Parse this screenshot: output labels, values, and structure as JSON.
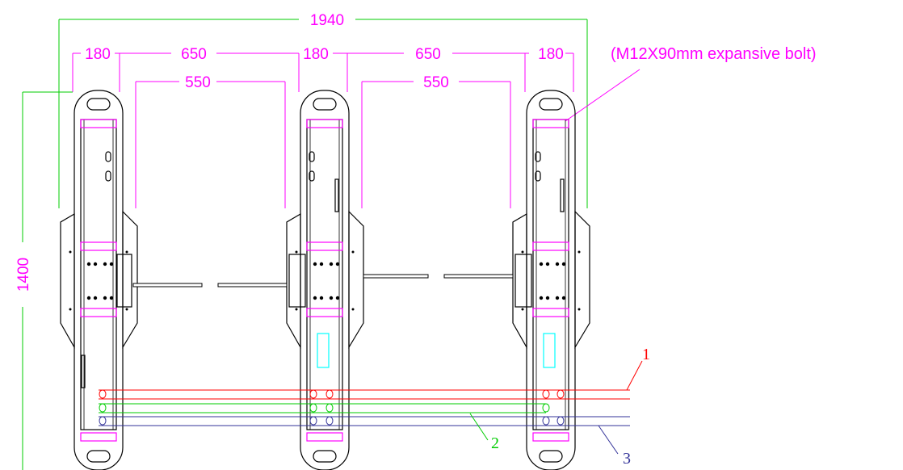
{
  "colors": {
    "dimension": "#ff00ff",
    "overall_dimension": "#00cc00",
    "cable_1": "#ff0000",
    "cable_2": "#00cc00",
    "cable_3": "#333399",
    "outline": "#000000",
    "display_window": "#00ffff"
  },
  "dimensions": {
    "overall_width": "1940",
    "pedestal_width_1": "180",
    "gap_1": "650",
    "pedestal_width_2": "180",
    "gap_2": "650",
    "pedestal_width_3": "180",
    "passage_1": "550",
    "passage_2": "550",
    "overall_length": "1400"
  },
  "annotations": {
    "bolt_label": "(M12X90mm expansive bolt)",
    "cable_1_label": "1",
    "cable_2_label": "2",
    "cable_3_label": "3"
  }
}
